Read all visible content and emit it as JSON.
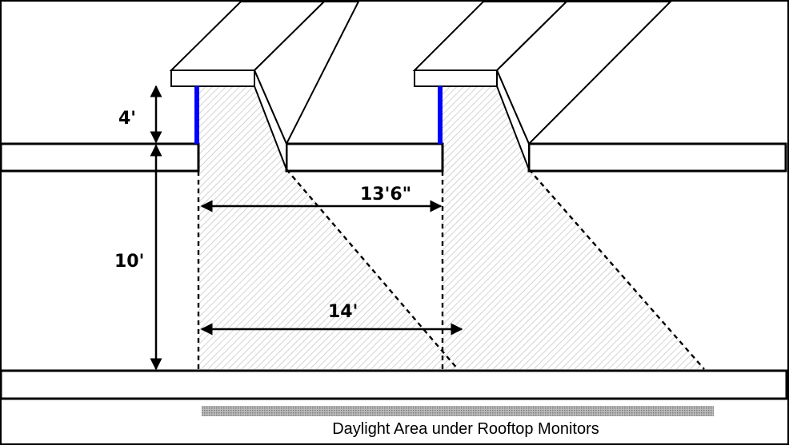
{
  "diagram": {
    "dimensions": {
      "monitor_height": "4'",
      "ceiling_height": "10'",
      "monitor_spacing": "13'6\"",
      "daylight_width": "14'"
    },
    "caption": "Daylight Area under Rooftop Monitors",
    "colors": {
      "glazing": "#0000ff",
      "outline": "#000000",
      "hatch": "#c8c8c8",
      "bar": "#9a9a9a"
    }
  }
}
